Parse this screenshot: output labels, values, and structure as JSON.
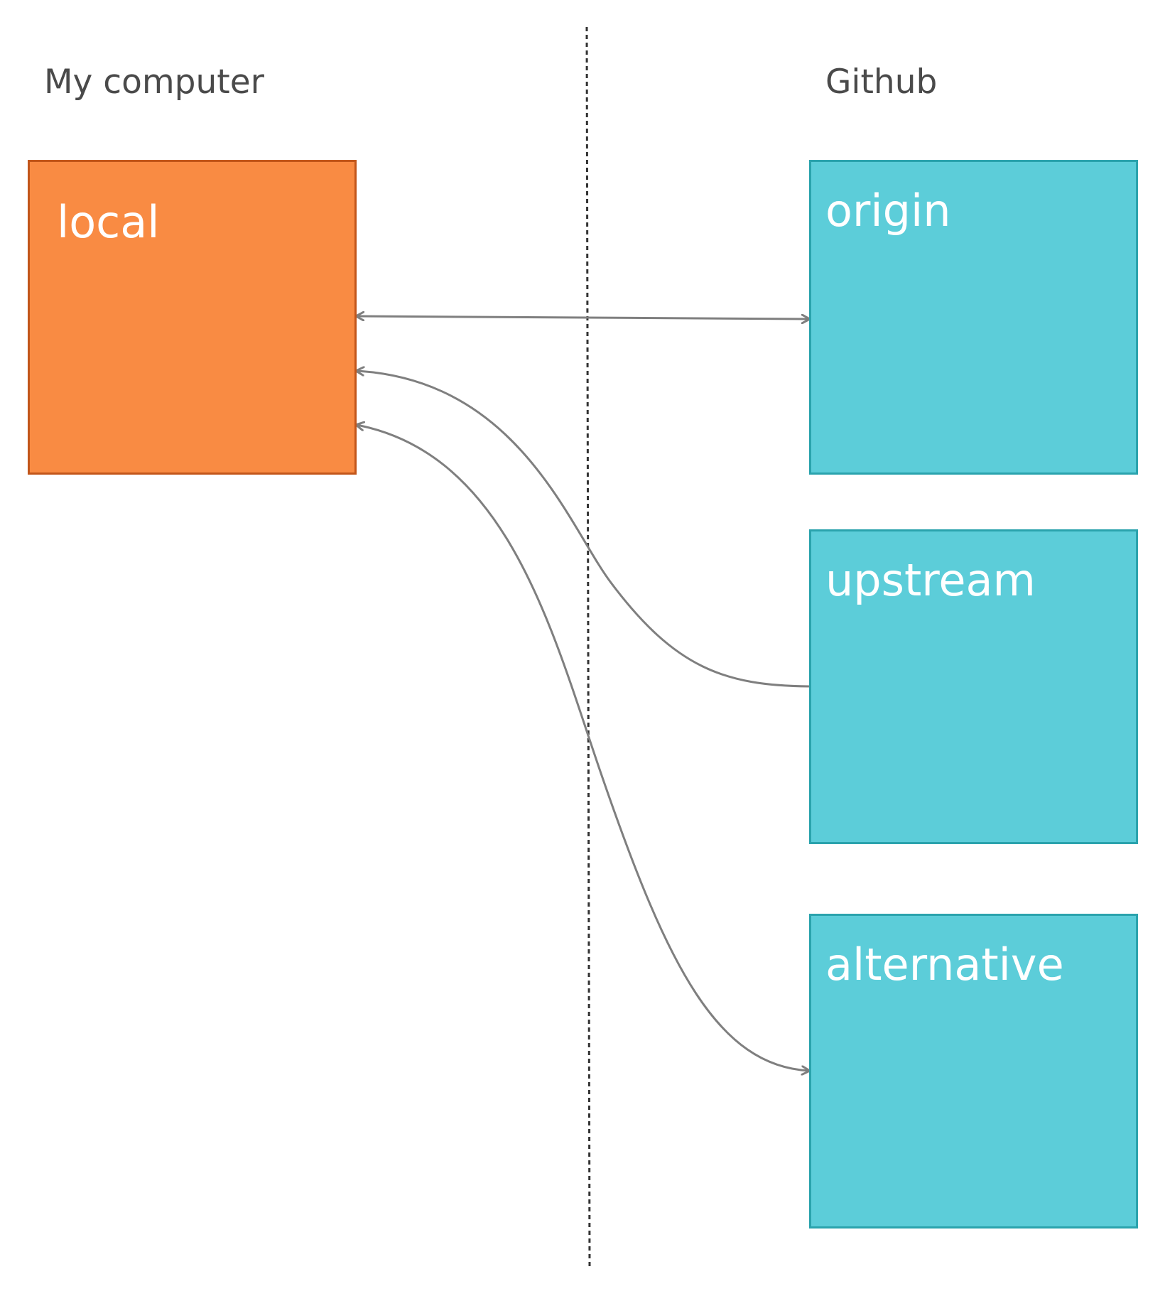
{
  "regions": {
    "left": "My computer",
    "right": "Github"
  },
  "boxes": {
    "local": "local",
    "origin": "origin",
    "upstream": "upstream",
    "alternative": "alternative"
  },
  "colors": {
    "local_fill": "#f98b43",
    "remote_fill": "#5ccdd9",
    "connector": "#7f7f7f",
    "divider": "#333333"
  }
}
